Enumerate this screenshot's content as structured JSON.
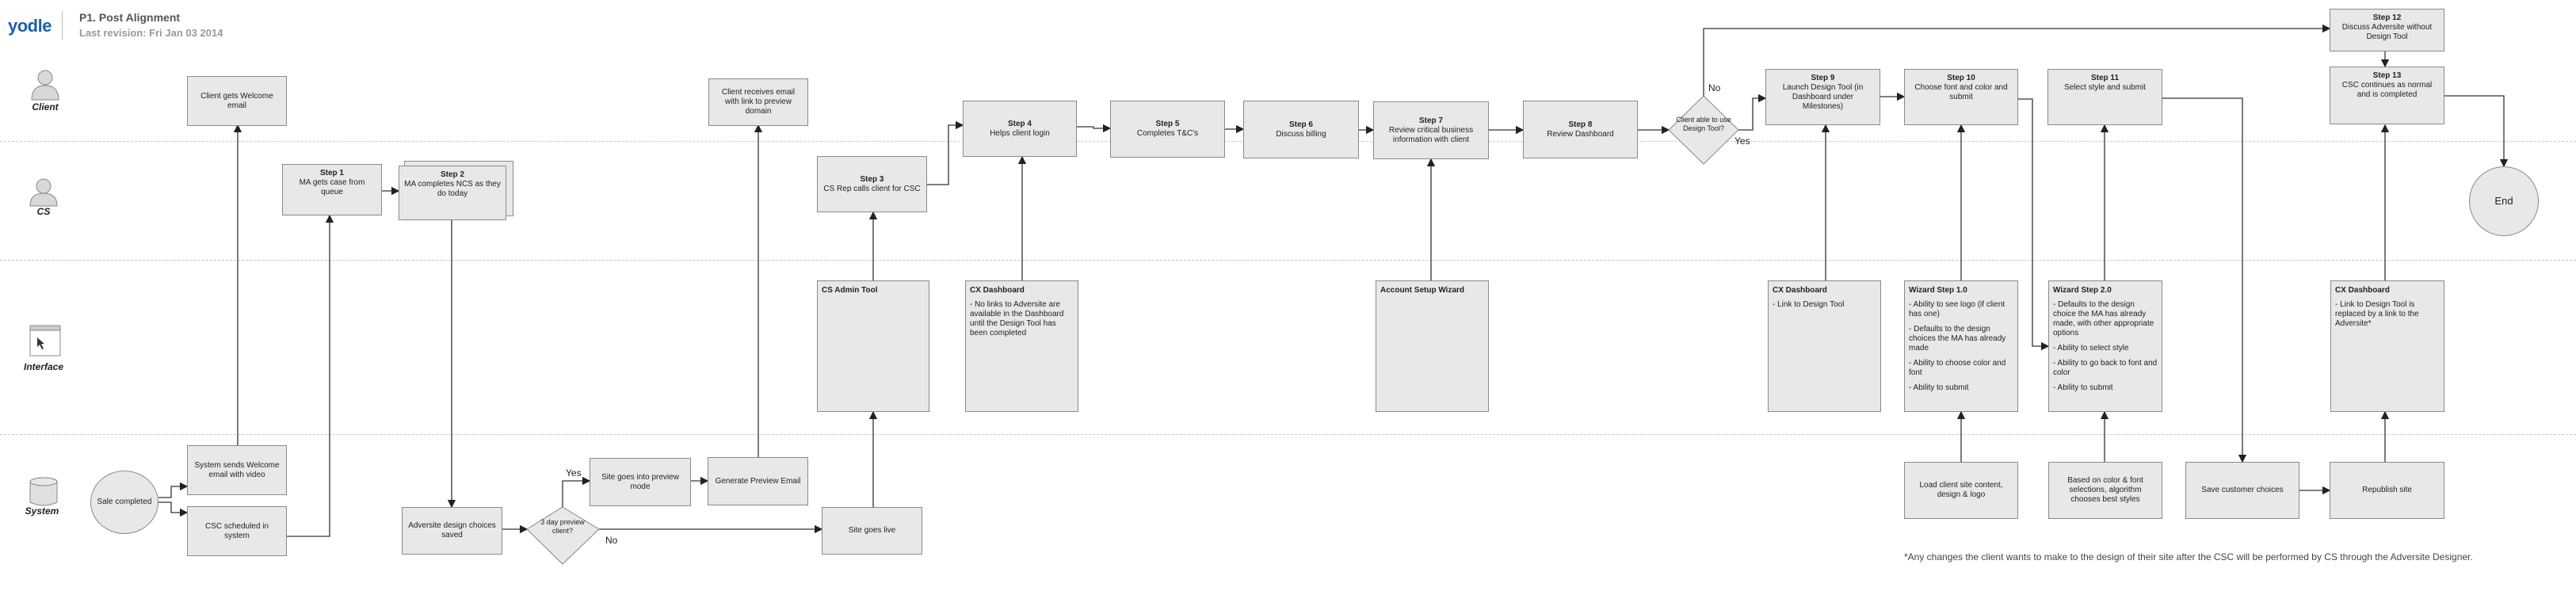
{
  "header": {
    "logo": "yodle",
    "title": "P1. Post Alignment",
    "revision": "Last revision: Fri Jan 03 2014"
  },
  "lanes": {
    "client": "Client",
    "cs": "CS",
    "interface": "Interface",
    "system": "System"
  },
  "boxes": {
    "client_welcome": "Client gets Welcome email",
    "client_preview": "Client receives email with link to preview domain",
    "step1": {
      "title": "Step 1",
      "text": "MA gets case from queue"
    },
    "step2": {
      "title": "Step 2",
      "text": "MA completes NCS  as they do today"
    },
    "step3": {
      "title": "Step 3",
      "text": "CS Rep calls client for CSC"
    },
    "step4": {
      "title": "Step 4",
      "text": "Helps client login"
    },
    "step5": {
      "title": "Step 5",
      "text": "Completes T&C's"
    },
    "step6": {
      "title": "Step 6",
      "text": "Discuss billing"
    },
    "step7": {
      "title": "Step 7",
      "text": "Review critical business information with client"
    },
    "step8": {
      "title": "Step 8",
      "text": "Review Dashboard"
    },
    "step9": {
      "title": "Step 9",
      "text": "Launch Design Tool (in Dashboard under Milestones)"
    },
    "step10": {
      "title": "Step 10",
      "text": "Choose font and color and submit"
    },
    "step11": {
      "title": "Step 11",
      "text": "Select style and submit"
    },
    "step12": {
      "title": "Step 12",
      "text": "Discuss Adversite without Design Tool"
    },
    "step13": {
      "title": "Step 13",
      "text": "CSC continues as normal and is completed"
    },
    "cs_admin": {
      "title": "CS Admin Tool"
    },
    "cx_dash1": {
      "title": "CX Dashboard",
      "text": "- No links to Adversite are available in the Dashboard until the Design Tool has been completed"
    },
    "account_wizard": {
      "title": "Account Setup Wizard"
    },
    "cx_dash2": {
      "title": "CX Dashboard",
      "text": "- Link to Design Tool"
    },
    "wizard1": {
      "title": "Wizard Step 1.0",
      "items": [
        "- Ability to see logo (if client has one)",
        "- Defaults to the design choices the MA has already made",
        "- Ability to choose color and font",
        "- Ability to submit"
      ]
    },
    "wizard2": {
      "title": "Wizard Step 2.0",
      "items": [
        "- Defaults to the design choice the MA has already made, with other appropriate options",
        "- Ability to select style",
        "- Ability to go back to font and color",
        "- Ability to submit"
      ]
    },
    "cx_dash3": {
      "title": "CX Dashboard",
      "text": "- Link to Design Tool is replaced by a link to the Adversite*"
    },
    "sale_completed": "Sale completed",
    "sys_welcome": "System sends Welcome email with video",
    "csc_scheduled": "CSC scheduled in system",
    "adversite_saved": "Adversite design choices saved",
    "preview_decision": "3 day preview client?",
    "preview_mode": "Site goes into preview mode",
    "generate_preview": "Generate Preview Email",
    "site_live": "Site goes live",
    "load_client": "Load client site content, design & logo",
    "algorithm": "Based on color & font selections, algorithm chooses best styles",
    "save_choices": "Save customer choices",
    "republish": "Republish site",
    "client_able": "Client able to use  Design Tool?",
    "end": "End"
  },
  "labels": {
    "yes1": "Yes",
    "no1": "No",
    "yes2": "Yes",
    "no2": "No"
  },
  "footnote": "*Any changes the client wants to make to the design of their site after the CSC will be performed by CS through the Adversite Designer."
}
